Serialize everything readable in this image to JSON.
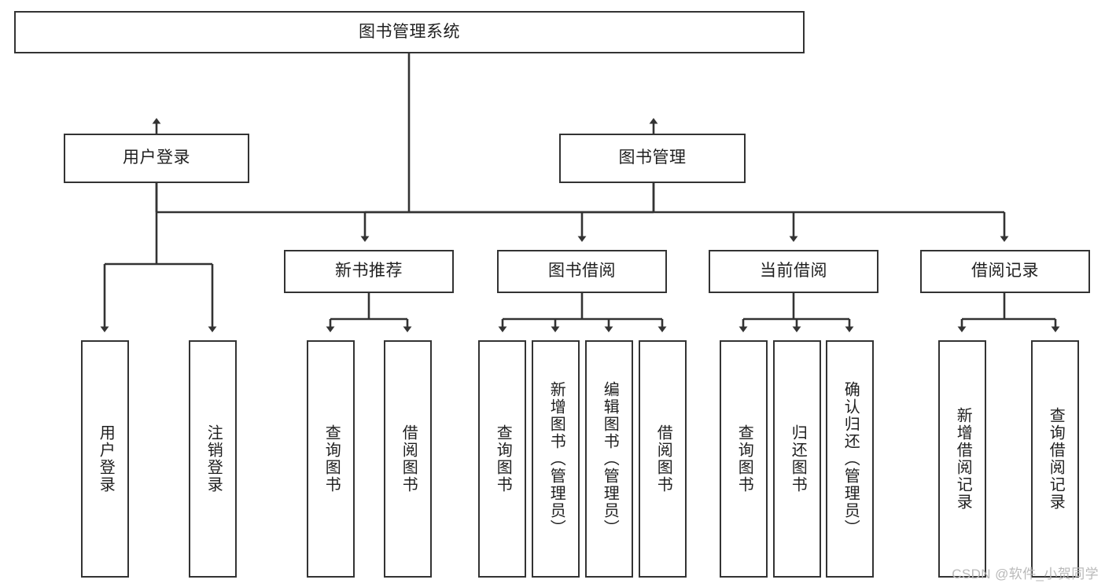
{
  "diagram": {
    "title": "图书管理系统",
    "type": "tree-hierarchy",
    "watermark": "CSDN @软件_小贺同学",
    "colors": {
      "box_border": "#333333",
      "box_fill": "#ffffff",
      "connector": "#333333",
      "text": "#1f1f1f",
      "watermark": "#b9b9b9"
    },
    "nodes": {
      "root": {
        "label": "图书管理系统"
      },
      "level2": [
        {
          "label": "用户登录"
        },
        {
          "label": "图书管理"
        }
      ],
      "level3": [
        {
          "label": "新书推荐"
        },
        {
          "label": "图书借阅"
        },
        {
          "label": "当前借阅"
        },
        {
          "label": "借阅记录"
        }
      ],
      "leaves_user_login": [
        {
          "label": "用户登录"
        },
        {
          "label": "注销登录"
        }
      ],
      "leaves_new_book": [
        {
          "label": "查询图书"
        },
        {
          "label": "借阅图书"
        }
      ],
      "leaves_borrow": [
        {
          "label": "查询图书"
        },
        {
          "label": "新增图书（管理员）"
        },
        {
          "label": "编辑图书（管理员）"
        },
        {
          "label": "借阅图书"
        }
      ],
      "leaves_current": [
        {
          "label": "查询图书"
        },
        {
          "label": "归还图书"
        },
        {
          "label": "确认归还（管理员）"
        }
      ],
      "leaves_records": [
        {
          "label": "新增借阅记录"
        },
        {
          "label": "查询借阅记录"
        }
      ]
    }
  }
}
